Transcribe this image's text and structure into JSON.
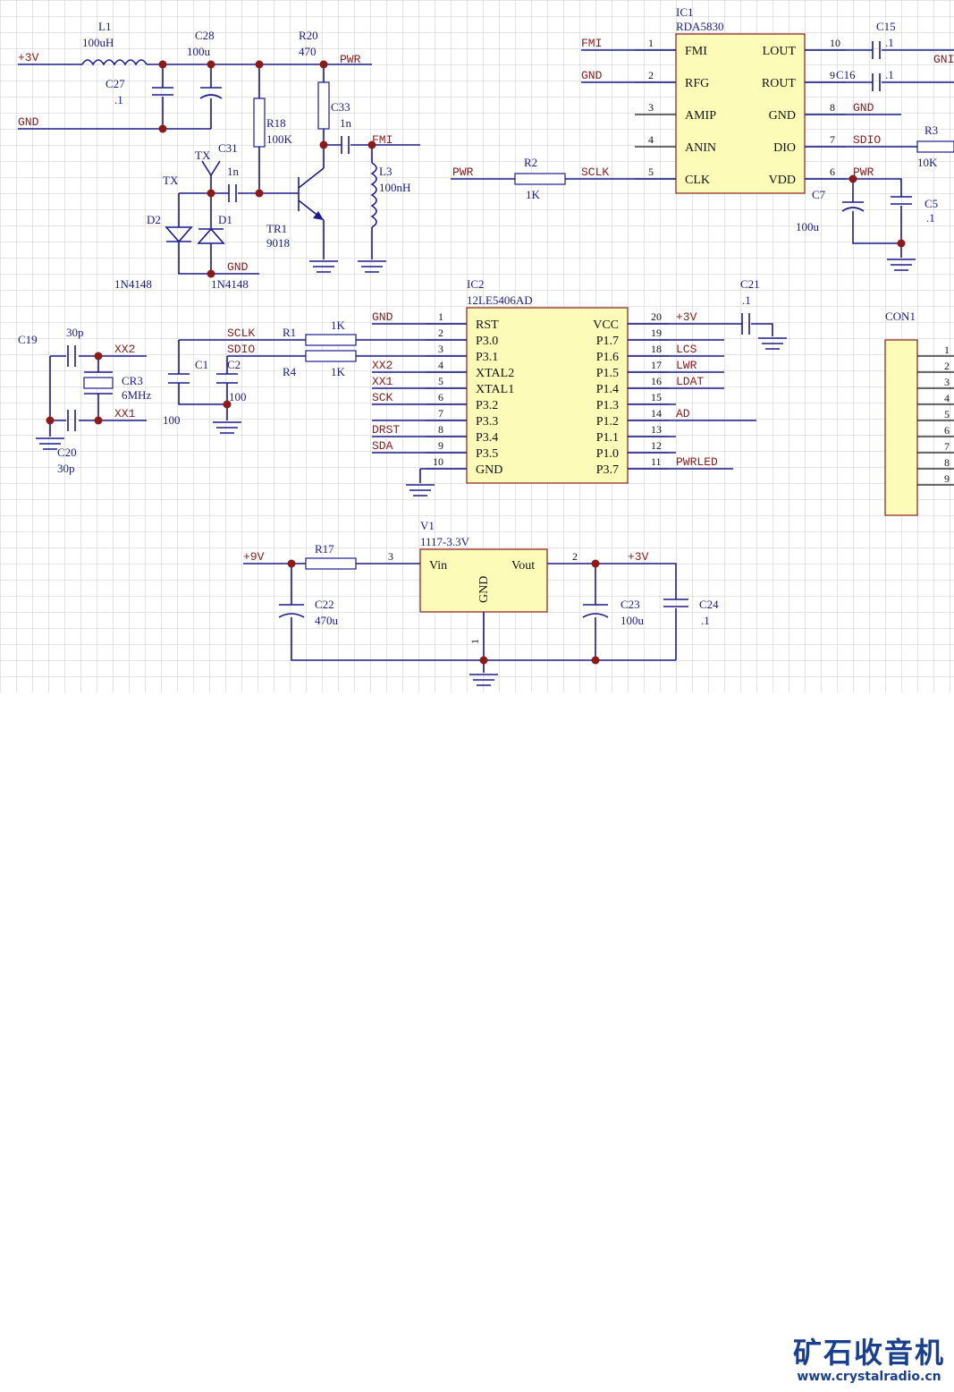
{
  "colors": {
    "wire": "#1a1a8c",
    "net": "#8b1a1a",
    "ic_fill": "#fdfbb8",
    "grid": "#c8c8c8",
    "brand": "#1a3f8c"
  },
  "labels": {
    "l1": "L1",
    "l1v": "100uH",
    "c28": "C28",
    "c28v": "100u",
    "r20": "R20",
    "r20v": "470",
    "c27": "C27",
    "c27v": ".1",
    "r18": "R18",
    "r18v": "100K",
    "c33": "C33",
    "c33v": "1n",
    "l3": "L3",
    "l3v": "100nH",
    "c31": "C31",
    "c31v": "1n",
    "tx1": "TX",
    "tx2": "TX",
    "d2": "D2",
    "d1": "D1",
    "d2v": "1N4148",
    "d1v": "1N4148",
    "tr1": "TR1",
    "tr1v": "9018",
    "ic1": "IC1",
    "ic1v": "RDA5830",
    "c15": "C15",
    "c15v": ".1",
    "c16": "C16",
    "c16v": ".1",
    "r2": "R2",
    "r2v": "1K",
    "r3": "R3",
    "r3v": "10K",
    "c7": "C7",
    "c7v": "100u",
    "c5": "C5",
    "c5v": ".1",
    "ic2": "IC2",
    "ic2v": "12LE5406AD",
    "c21": "C21",
    "c21v": ".1",
    "con1": "CON1",
    "c19": "C19",
    "c19v": "30p",
    "c20": "C20",
    "c20v": "30p",
    "cr3": "CR3",
    "cr3v": "6MHz",
    "r1": "R1",
    "r1v": "1K",
    "r4": "R4",
    "r4v": "1K",
    "c1": "C1",
    "c1v": "100",
    "c2": "C2",
    "c2v": "100",
    "v1": "V1",
    "v1v": "1117-3.3V",
    "r17": "R17",
    "c22": "C22",
    "c22v": "470u",
    "c23": "C23",
    "c23v": "100u",
    "c24": "C24",
    "c24v": ".1",
    "v1_vin": "Vin",
    "v1_vout": "Vout",
    "v1_gnd": "GND",
    "v1_p3": "3",
    "v1_p2": "2",
    "v1_p1": "1"
  },
  "nets": {
    "p3v_top": "+3V",
    "gnd_left": "GND",
    "pwr_top": "PWR",
    "fmi_out": "FMI",
    "gnd_d": "GND",
    "ic1_fmi": "FMI",
    "ic1_gnd": "GND",
    "ic1_pwr": "PWR",
    "ic1_sclk": "SCLK",
    "ic1_gnd8": "GND",
    "ic1_sdio": "SDIO",
    "ic1_pwr6": "PWR",
    "ic1_gndr": "GNI",
    "xx2": "XX2",
    "xx1": "XX1",
    "sclk": "SCLK",
    "sdio": "SDIO",
    "p9v": "+9V",
    "p3v_reg": "+3V",
    "ic2_gnd": "GND",
    "ic2_3v": "+3V",
    "ic2_xx2": "XX2",
    "ic2_xx1": "XX1",
    "ic2_sck": "SCK",
    "ic2_drst": "DRST",
    "ic2_sda": "SDA",
    "ic2_lcs": "LCS",
    "ic2_lwr": "LWR",
    "ic2_ldat": "LDAT",
    "ic2_ad": "AD",
    "ic2_pwrled": "PWRLED"
  },
  "ic1_left": [
    {
      "pin": "1",
      "name": "FMI"
    },
    {
      "pin": "2",
      "name": "RFG"
    },
    {
      "pin": "3",
      "name": "AMIP"
    },
    {
      "pin": "4",
      "name": "ANIN"
    },
    {
      "pin": "5",
      "name": "CLK"
    }
  ],
  "ic1_right": [
    {
      "pin": "10",
      "name": "LOUT"
    },
    {
      "pin": "9",
      "name": "ROUT"
    },
    {
      "pin": "8",
      "name": "GND"
    },
    {
      "pin": "7",
      "name": "DIO"
    },
    {
      "pin": "6",
      "name": "VDD"
    }
  ],
  "ic2_left": [
    {
      "pin": "1",
      "name": "RST"
    },
    {
      "pin": "2",
      "name": "P3.0"
    },
    {
      "pin": "3",
      "name": "P3.1"
    },
    {
      "pin": "4",
      "name": "XTAL2"
    },
    {
      "pin": "5",
      "name": "XTAL1"
    },
    {
      "pin": "6",
      "name": "P3.2"
    },
    {
      "pin": "7",
      "name": "P3.3"
    },
    {
      "pin": "8",
      "name": "P3.4"
    },
    {
      "pin": "9",
      "name": "P3.5"
    },
    {
      "pin": "10",
      "name": "GND"
    }
  ],
  "ic2_right": [
    {
      "pin": "20",
      "name": "VCC"
    },
    {
      "pin": "19",
      "name": "P1.7"
    },
    {
      "pin": "18",
      "name": "P1.6"
    },
    {
      "pin": "17",
      "name": "P1.5"
    },
    {
      "pin": "16",
      "name": "P1.4"
    },
    {
      "pin": "15",
      "name": "P1.3"
    },
    {
      "pin": "14",
      "name": "P1.2"
    },
    {
      "pin": "13",
      "name": "P1.1"
    },
    {
      "pin": "12",
      "name": "P1.0"
    },
    {
      "pin": "11",
      "name": "P3.7"
    }
  ],
  "con1_pins": [
    "1",
    "2",
    "3",
    "4",
    "5",
    "6",
    "7",
    "8",
    "9"
  ],
  "brand": {
    "title": "矿石收音机",
    "url": "www.crystalradio.cn"
  }
}
